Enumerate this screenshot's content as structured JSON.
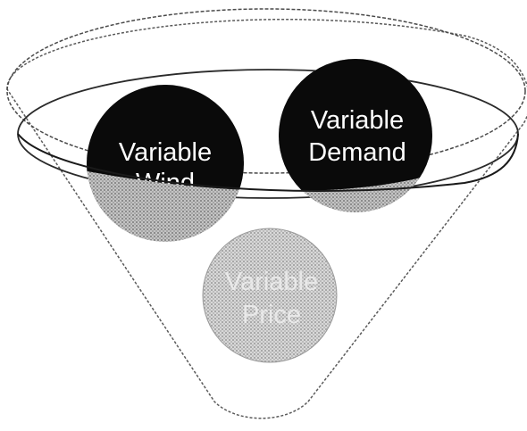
{
  "funnel_items": [
    {
      "line1": "Variable",
      "line2": "Wind",
      "color": "#0a0a0a"
    },
    {
      "line1": "Variable",
      "line2": "Demand",
      "color": "#0a0a0a"
    },
    {
      "line1": "Variable",
      "line2": "Price",
      "color": "#b8b8b8"
    }
  ]
}
